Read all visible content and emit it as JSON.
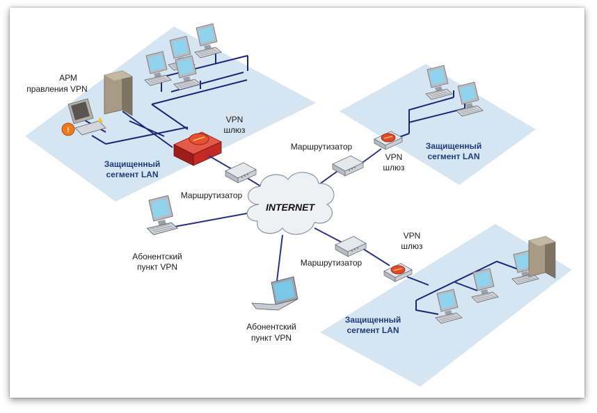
{
  "internet": "INTERNET",
  "colors": {
    "zone": "#d5e6f2",
    "lan_line": "#1c2478",
    "wan_line": "#2a3285",
    "cloud": "#eef0f4",
    "gateway_red": "#c8262c"
  },
  "lan1": {
    "arm_line1": "АРМ",
    "arm_line2": "правления VPN",
    "gateway_line1": "VPN",
    "gateway_line2": "шлюз",
    "segment_line1": "Защищенный",
    "segment_line2": "сегмент LAN",
    "router": "Маршрутизатор"
  },
  "lan2": {
    "router": "Маршрутизатор",
    "gateway_line1": "VPN",
    "gateway_line2": "шлюз",
    "segment_line1": "Защищенный",
    "segment_line2": "сегмент LAN"
  },
  "lan3": {
    "gateway_line1": "VPN",
    "gateway_line2": "шлюз",
    "router": "Маршрутизатор",
    "segment_line1": "Защищенный",
    "segment_line2": "сегмент LAN"
  },
  "subscriber1": {
    "line1": "Абонентский",
    "line2": "пункт VPN"
  },
  "subscriber2": {
    "line1": "Абонентский",
    "line2": "пункт VPN"
  }
}
